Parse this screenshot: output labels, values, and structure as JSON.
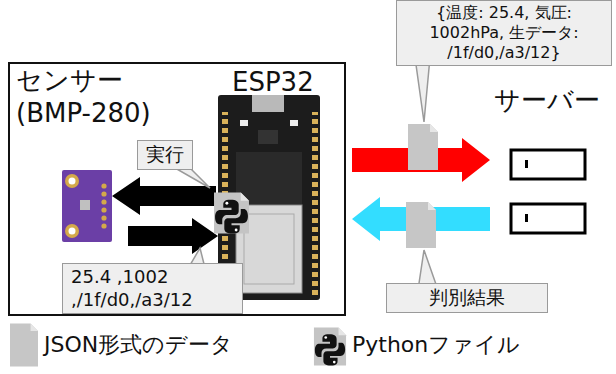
{
  "diagram": {
    "nodes": [
      {
        "text": [
          "センサー (BMP-280)",
          "ESP32"
        ]
      },
      {
        "text": [
          "実行"
        ],
        "in": 0
      },
      {
        "text": [
          "25.4 ,1002 ,/1f/d0,/a3/12"
        ],
        "in": 0
      },
      {
        "text": [
          "{温度: 25.4, 気圧: 1002hPa, 生データ: /1f/d0,/a3/12}"
        ]
      },
      {
        "text": [
          "サーバー"
        ]
      },
      {
        "text": [
          "判別結果"
        ]
      }
    ],
    "edges": [
      {
        "from": 0,
        "to": 4,
        "arrow": "to"
      },
      {
        "from": 4,
        "to": 0,
        "arrow": "to"
      }
    ],
    "legend": [
      {
        "text": "JSON形式のデータ"
      },
      {
        "text": "Pythonファイル"
      }
    ]
  }
}
